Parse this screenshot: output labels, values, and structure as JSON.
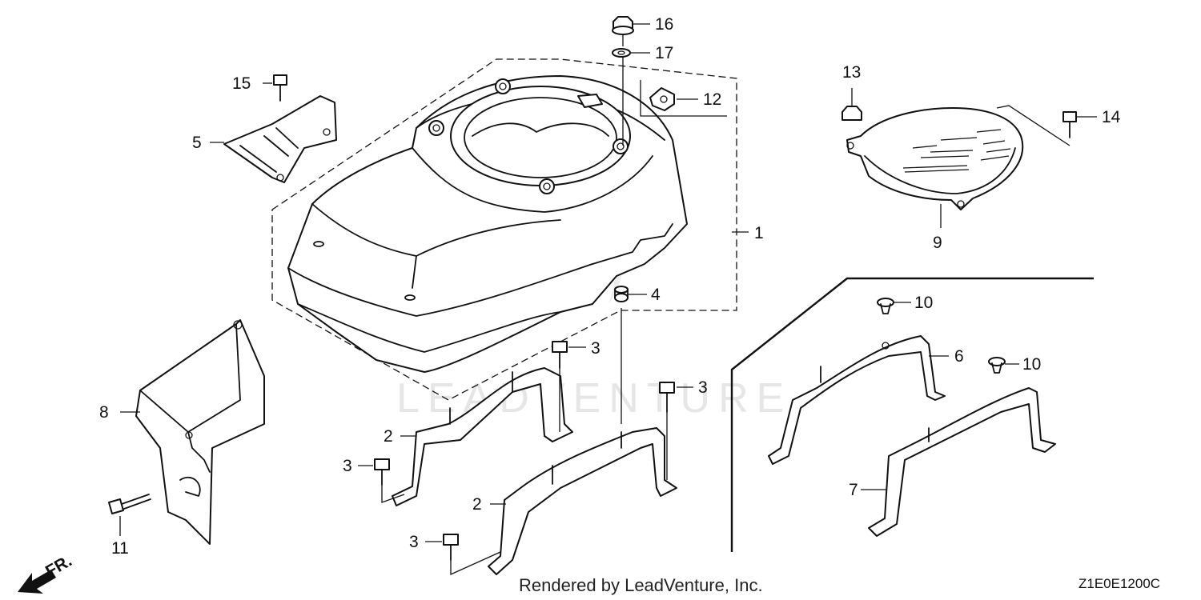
{
  "diagram": {
    "watermark_text": "LEADVENTURE",
    "footer_text": "Rendered by LeadVenture, Inc.",
    "diagram_code": "Z1E0E1200C",
    "direction_label": "FR.",
    "callouts": {
      "c1": "1",
      "c2a": "2",
      "c2b": "2",
      "c3a": "3",
      "c3b": "3",
      "c3c": "3",
      "c3d": "3",
      "c4": "4",
      "c5": "5",
      "c6": "6",
      "c7": "7",
      "c8": "8",
      "c9": "9",
      "c10a": "10",
      "c10b": "10",
      "c11": "11",
      "c12": "12",
      "c13": "13",
      "c14": "14",
      "c15": "15",
      "c16": "16",
      "c17": "17"
    }
  }
}
